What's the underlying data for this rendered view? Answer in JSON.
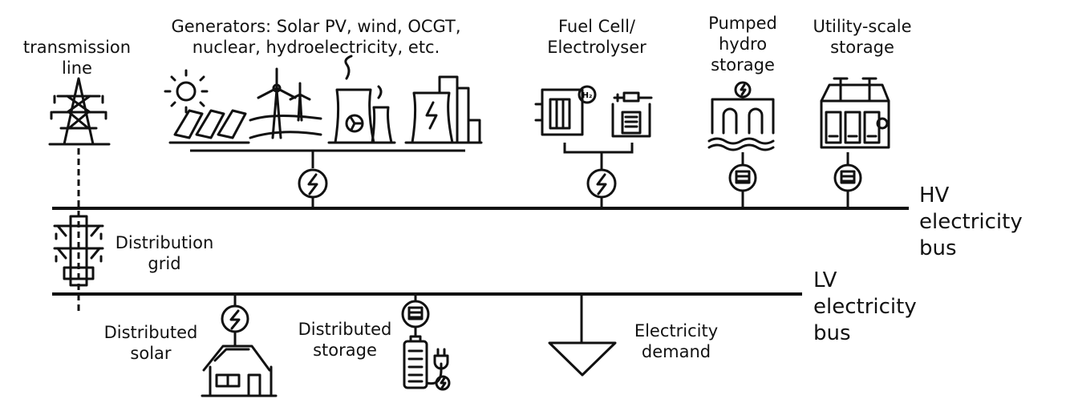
{
  "labels": {
    "transmission_line": [
      "transmission",
      "line"
    ],
    "generators": [
      "Generators: Solar PV, wind, OCGT,",
      "nuclear, hydroelectricity, etc."
    ],
    "fuel_cell": [
      "Fuel Cell/",
      "Electrolyser"
    ],
    "pumped_hydro": [
      "Pumped",
      "hydro",
      "storage"
    ],
    "utility_storage": [
      "Utility-scale",
      "storage"
    ],
    "hv_bus": [
      "HV",
      "electricity",
      "bus"
    ],
    "distribution_grid": [
      "Distribution",
      "grid"
    ],
    "lv_bus": [
      "LV",
      "electricity",
      "bus"
    ],
    "distributed_solar": [
      "Distributed",
      "solar"
    ],
    "distributed_storage": [
      "Distributed",
      "storage"
    ],
    "electricity_demand": [
      "Electricity",
      "demand"
    ],
    "h2_badge": "H₂"
  },
  "icons": {
    "transmission": "transmission-tower-icon",
    "solar": "solar-panel-icon",
    "wind": "wind-turbine-icon",
    "nuclear": "nuclear-plant-icon",
    "power_plant": "power-plant-icon",
    "fuel_cell": "fuel-cell-icon",
    "electrolyser": "electrolyser-icon",
    "pumped_hydro": "pumped-hydro-icon",
    "utility_storage": "battery-cabinet-icon",
    "distribution": "distribution-pole-icon",
    "house_solar": "solar-house-icon",
    "ev_charger": "battery-charger-icon",
    "demand": "demand-load-icon",
    "generator_symbol": "generator-symbol-icon",
    "storage_symbol": "storage-symbol-icon"
  }
}
